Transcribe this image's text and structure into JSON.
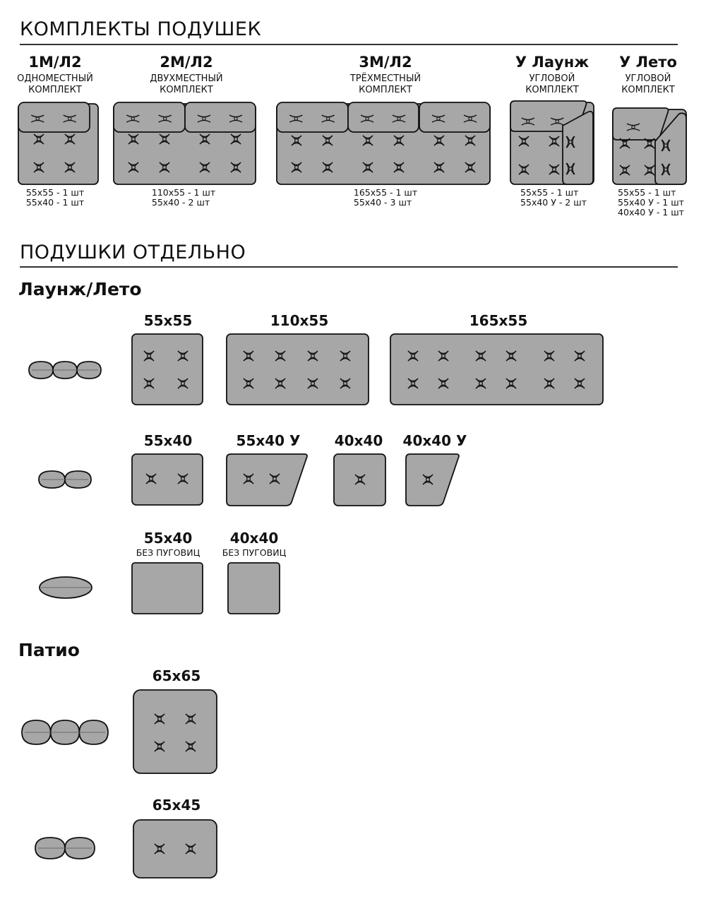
{
  "sections": {
    "sets_title": "КОМПЛЕКТЫ ПОДУШЕК",
    "separate_title": "ПОДУШКИ ОТДЕЛЬНО",
    "lounge_title": "Лаунж/Лето",
    "patio_title": "Патио"
  },
  "sets": [
    {
      "code": "1М/Л2",
      "desc1": "ОДНОМЕСТНЫЙ",
      "desc2": "КОМПЛЕКТ",
      "qty1": "55x55 - 1 шт",
      "qty2": "55x40 - 1 шт",
      "qty3": ""
    },
    {
      "code": "2М/Л2",
      "desc1": "ДВУХМЕСТНЫЙ",
      "desc2": "КОМПЛЕКТ",
      "qty1": "110x55 - 1 шт",
      "qty2": "55x40 - 2 шт",
      "qty3": ""
    },
    {
      "code": "3М/Л2",
      "desc1": "ТРЁХМЕСТНЫЙ",
      "desc2": "КОМПЛЕКТ",
      "qty1": "165x55 - 1 шт",
      "qty2": "55x40 - 3 шт",
      "qty3": ""
    },
    {
      "code": "У Лаунж",
      "desc1": "УГЛОВОЙ",
      "desc2": "КОМПЛЕКТ",
      "qty1": "55x55 - 1 шт",
      "qty2": "55x40 У - 2 шт",
      "qty3": ""
    },
    {
      "code": "У Лето",
      "desc1": "УГЛОВОЙ",
      "desc2": "КОМПЛЕКТ",
      "qty1": "55x55 - 1 шт",
      "qty2": "55x40 У - 1 шт",
      "qty3": "40x40 У - 1 шт"
    }
  ],
  "lounge": {
    "row1": [
      "55x55",
      "110x55",
      "165x55"
    ],
    "row2": [
      "55x40",
      "55x40 У",
      "40x40",
      "40x40 У"
    ],
    "row3": [
      "55x40",
      "40x40"
    ],
    "no_buttons": "БЕЗ ПУГОВИЦ"
  },
  "patio": {
    "row1": [
      "65x65"
    ],
    "row2": [
      "65x45"
    ]
  },
  "colors": {
    "cushion_fill": "#a7a7a7",
    "outline": "#111111"
  },
  "icons": [
    "tuft-button-icon",
    "cushion-side-profile-icon"
  ]
}
